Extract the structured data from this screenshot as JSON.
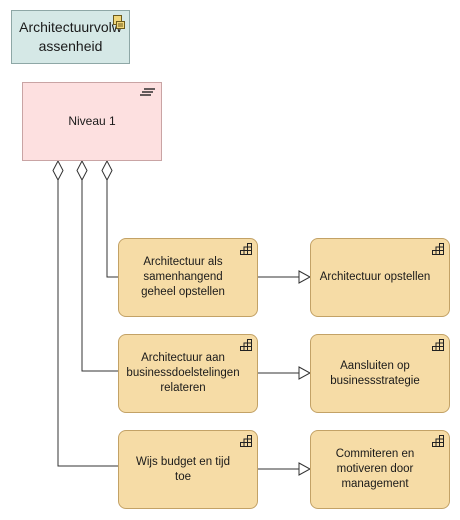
{
  "maturity": {
    "label": "Architectuurvolwassenheid"
  },
  "level": {
    "label": "Niveau 1"
  },
  "rows": [
    {
      "left": "Architectuur als samenhangend geheel opstellen",
      "right": "Architectuur opstellen"
    },
    {
      "left": "Architectuur aan businessdoelstelingen relateren",
      "right": "Aansluiten op businessstrategie"
    },
    {
      "left": "Wijs budget en tijd toe",
      "right": "Commiteren en motiveren door management"
    }
  ],
  "colors": {
    "maturity_fill": "#d5e8e6",
    "level_fill": "#fde0e0",
    "deliverable_fill": "#f6dca6",
    "edge": "#333333"
  },
  "icons": {
    "maturity": "folder-note-icon",
    "level": "lines-icon",
    "deliverable": "grid-steps-icon"
  }
}
